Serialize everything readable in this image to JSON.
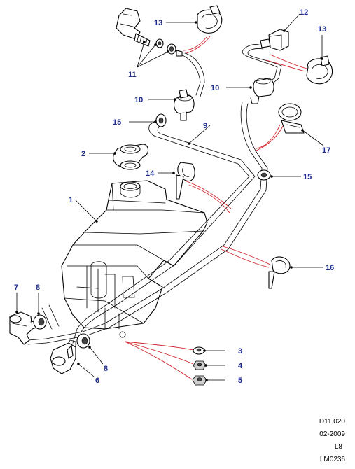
{
  "callouts": {
    "c1": "1",
    "c2": "2",
    "c3": "3",
    "c4": "4",
    "c5": "5",
    "c6": "6",
    "c7": "7",
    "c8a": "8",
    "c8b": "8",
    "c9": "9",
    "c10a": "10",
    "c10b": "10",
    "c11": "11",
    "c12": "12",
    "c13a": "13",
    "c13b": "13",
    "c14": "14",
    "c15a": "15",
    "c15b": "15",
    "c16": "16",
    "c17": "17"
  },
  "footer": {
    "section": "D11.020",
    "date": "02-2009",
    "variant": "L8",
    "ref": "LM0236"
  },
  "colors": {
    "callout": "#1f2c8c",
    "leader_red": "#d0202a"
  }
}
